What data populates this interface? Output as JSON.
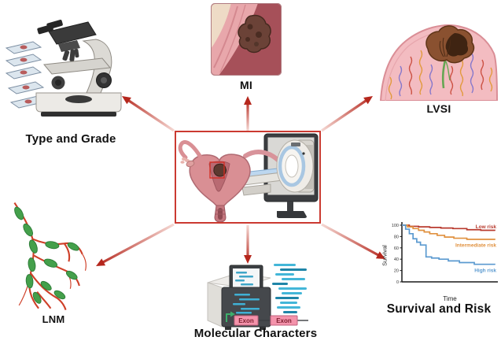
{
  "figure": {
    "background": "#ffffff",
    "accent_red": "#cb3a31",
    "arrow_color": "#b5271d"
  },
  "nodes": {
    "type_grade": {
      "label": "Type and Grade",
      "icon": "microscope-with-slides-illustration"
    },
    "mi": {
      "label": "MI",
      "icon": "myometrial-invasion-tissue-illustration"
    },
    "lvsi": {
      "label": "LVSI",
      "icon": "lymphovascular-space-invasion-illustration"
    },
    "center": {
      "icon": "uterus-with-ct-scanner-monitor-illustration"
    },
    "lnm": {
      "label": "LNM",
      "icon": "lymph-node-metastasis-illustration"
    },
    "molecular": {
      "label": "Molecular Characters",
      "icon": "dna-sequencer-illustration",
      "exon_left": "Exon",
      "exon_right": "Exon",
      "exon_color": "#f493ab"
    },
    "survival": {
      "label": "Survival and Risk",
      "icon": "survival-step-chart"
    }
  },
  "chart_data": {
    "type": "line",
    "subtype": "step-survival",
    "title": "Survival and Risk",
    "xlabel": "Time",
    "ylabel": "Survival",
    "ylim": [
      0,
      100
    ],
    "yticks": [
      0,
      20,
      40,
      60,
      80,
      100
    ],
    "x_range": [
      0,
      1
    ],
    "grid": false,
    "legend": "inline-right-colored-labels",
    "series": [
      {
        "name": "Low risk",
        "color": "#b83a2e",
        "x": [
          0,
          0.08,
          0.18,
          0.3,
          0.42,
          0.55,
          0.7,
          0.85,
          1.0
        ],
        "y": [
          100,
          98,
          97,
          96,
          95,
          94,
          92,
          91,
          90
        ]
      },
      {
        "name": "Intermediate risk",
        "color": "#e0913f",
        "x": [
          0,
          0.06,
          0.12,
          0.18,
          0.24,
          0.3,
          0.38,
          0.46,
          0.56,
          0.7,
          1.0
        ],
        "y": [
          100,
          97,
          94,
          91,
          88,
          85,
          82,
          79,
          77,
          75,
          74
        ]
      },
      {
        "name": "High risk",
        "color": "#5b9ad0",
        "x": [
          0,
          0.04,
          0.08,
          0.12,
          0.16,
          0.2,
          0.26,
          0.32,
          0.4,
          0.5,
          0.62,
          0.78,
          1.0
        ],
        "y": [
          100,
          93,
          85,
          76,
          70,
          65,
          44,
          42,
          40,
          37,
          34,
          31,
          30
        ]
      }
    ]
  }
}
